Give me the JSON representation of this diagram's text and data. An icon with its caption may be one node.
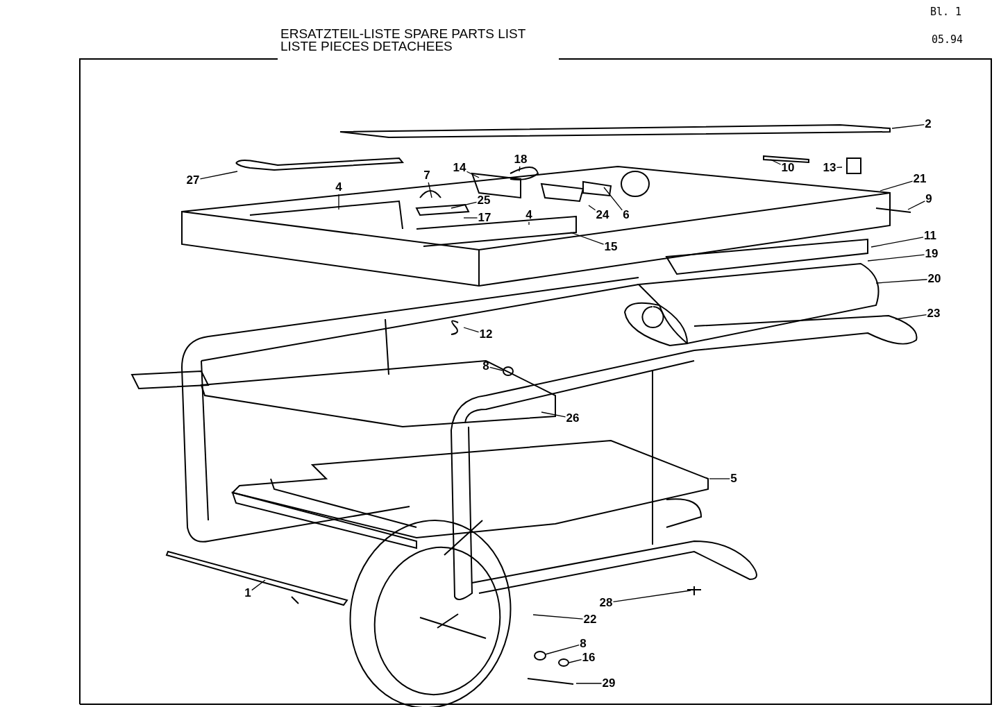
{
  "diagram": {
    "title": "ERSATZTEIL-LISTE SPARE PARTS LIST LISTE PIECES DETACHEES",
    "nodes": [
      {
        "text": [
          "2"
        ]
      },
      {
        "text": [
          "18"
        ]
      },
      {
        "text": [
          "10"
        ]
      },
      {
        "text": [
          "13"
        ]
      },
      {
        "text": [
          "14"
        ]
      },
      {
        "text": [
          "7"
        ]
      },
      {
        "text": [
          "27"
        ]
      },
      {
        "text": [
          "21"
        ]
      },
      {
        "text": [
          "4"
        ]
      },
      {
        "text": [
          "9"
        ]
      },
      {
        "text": [
          "25"
        ]
      },
      {
        "text": [
          "24"
        ]
      },
      {
        "text": [
          "6"
        ]
      },
      {
        "text": [
          "17"
        ]
      },
      {
        "text": [
          "4"
        ]
      },
      {
        "text": [
          "11"
        ]
      },
      {
        "text": [
          "15"
        ]
      },
      {
        "text": [
          "19"
        ]
      },
      {
        "text": [
          "20"
        ]
      },
      {
        "text": [
          "23"
        ]
      },
      {
        "text": [
          "12"
        ]
      },
      {
        "text": [
          "8"
        ]
      },
      {
        "text": [
          "26"
        ]
      },
      {
        "text": [
          "5"
        ]
      },
      {
        "text": [
          "1"
        ]
      },
      {
        "text": [
          "28"
        ]
      },
      {
        "text": [
          "22"
        ]
      },
      {
        "text": [
          "8"
        ]
      },
      {
        "text": [
          "16"
        ]
      },
      {
        "text": [
          "29"
        ]
      }
    ],
    "edges": [
      {
        "from": 0,
        "to": null,
        "arrow": "none"
      },
      {
        "from": 1,
        "to": null,
        "arrow": "none"
      },
      {
        "from": 2,
        "to": null,
        "arrow": "none"
      },
      {
        "from": 3,
        "to": null,
        "arrow": "none"
      },
      {
        "from": 4,
        "to": null,
        "arrow": "none"
      },
      {
        "from": 5,
        "to": null,
        "arrow": "none"
      },
      {
        "from": 6,
        "to": null,
        "arrow": "none"
      },
      {
        "from": 7,
        "to": null,
        "arrow": "none"
      },
      {
        "from": 8,
        "to": null,
        "arrow": "none"
      },
      {
        "from": 9,
        "to": null,
        "arrow": "none"
      },
      {
        "from": 10,
        "to": null,
        "arrow": "none"
      },
      {
        "from": 11,
        "to": null,
        "arrow": "none"
      },
      {
        "from": 12,
        "to": null,
        "arrow": "none"
      },
      {
        "from": 13,
        "to": null,
        "arrow": "none"
      },
      {
        "from": 14,
        "to": null,
        "arrow": "none"
      },
      {
        "from": 15,
        "to": null,
        "arrow": "none"
      },
      {
        "from": 16,
        "to": null,
        "arrow": "none"
      },
      {
        "from": 17,
        "to": null,
        "arrow": "none"
      },
      {
        "from": 18,
        "to": null,
        "arrow": "none"
      },
      {
        "from": 19,
        "to": null,
        "arrow": "none"
      },
      {
        "from": 20,
        "to": null,
        "arrow": "none"
      },
      {
        "from": 21,
        "to": null,
        "arrow": "none"
      },
      {
        "from": 22,
        "to": null,
        "arrow": "none"
      },
      {
        "from": 23,
        "to": null,
        "arrow": "none"
      },
      {
        "from": 24,
        "to": null,
        "arrow": "none"
      },
      {
        "from": 25,
        "to": null,
        "arrow": "none"
      },
      {
        "from": 26,
        "to": null,
        "arrow": "none"
      },
      {
        "from": 27,
        "to": null,
        "arrow": "none"
      },
      {
        "from": 28,
        "to": null,
        "arrow": "none"
      },
      {
        "from": 29,
        "to": null,
        "arrow": "none"
      }
    ],
    "labels": [
      "Bl. 1",
      "05.94"
    ]
  }
}
